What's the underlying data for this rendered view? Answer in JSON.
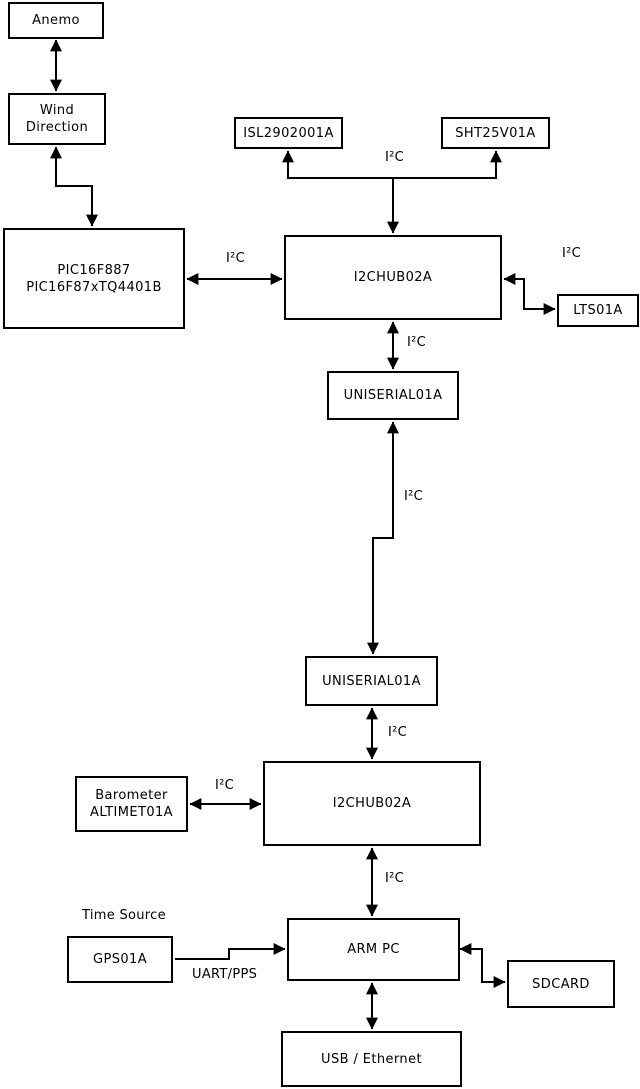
{
  "diagram": {
    "background_color": "#ffffff",
    "line_color": "#000000",
    "text_color": "#000000"
  },
  "nodes": {
    "anemo": {
      "label": "Anemo"
    },
    "wind_direction": {
      "line1": "Wind",
      "line2": "Direction"
    },
    "pic": {
      "line1": "PIC16F887",
      "line2": "PIC16F87xTQ4401B"
    },
    "isl": {
      "label": "ISL2902001A"
    },
    "sht": {
      "label": "SHT25V01A"
    },
    "hub1": {
      "label": "I2CHUB02A"
    },
    "lts": {
      "label": "LTS01A"
    },
    "uniserial1": {
      "label": "UNISERIAL01A"
    },
    "uniserial2": {
      "label": "UNISERIAL01A"
    },
    "hub2": {
      "label": "I2CHUB02A"
    },
    "barometer": {
      "line1": "Barometer",
      "line2": "ALTIMET01A"
    },
    "gps": {
      "label": "GPS01A"
    },
    "armpc": {
      "label": "ARM PC"
    },
    "sdcard": {
      "label": "SDCARD"
    },
    "usb": {
      "label": "USB / Ethernet"
    }
  },
  "edge_labels": {
    "i2c_sensor_bus": "I²C",
    "i2c_pic_hub1": "I²C",
    "i2c_hub1_lts": "I²C",
    "i2c_hub1_uniserial1": "I²C",
    "i2c_uniserial_link": "I²C",
    "i2c_uniserial2_hub2": "I²C",
    "i2c_barometer_hub2": "I²C",
    "i2c_hub2_armpc": "I²C",
    "uart_pps": "UART/PPS",
    "time_source": "Time Source"
  }
}
